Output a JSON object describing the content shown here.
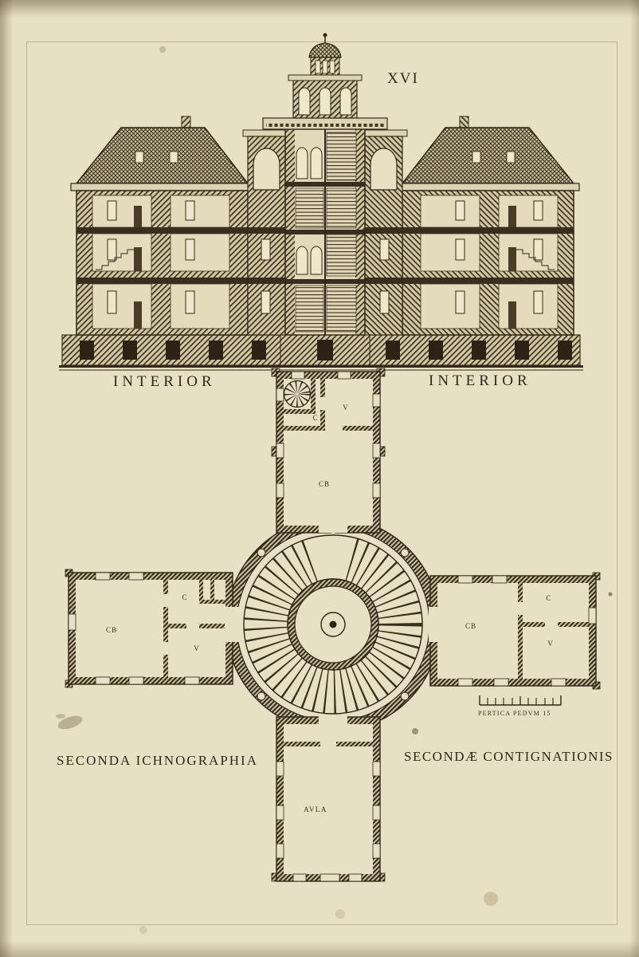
{
  "plate": {
    "number": "XVI",
    "interior_left": "INTERIOR",
    "interior_right": "INTERIOR",
    "caption_left": "SECONDA ICHNOGRAPHIA",
    "caption_right": "SECONDÆ CONTIGNATIONIS",
    "scale_label": "PERTICA PEDVM 15"
  },
  "rooms": {
    "top_c": "C",
    "top_v": "V",
    "top_cb": "CB",
    "left_cb": "CB",
    "left_c": "C",
    "left_v": "V",
    "right_cb": "CB",
    "right_c": "C",
    "right_v": "V",
    "hall": "AVLA"
  },
  "colors": {
    "paper": "#e8e0c5",
    "ink": "#33281a"
  }
}
